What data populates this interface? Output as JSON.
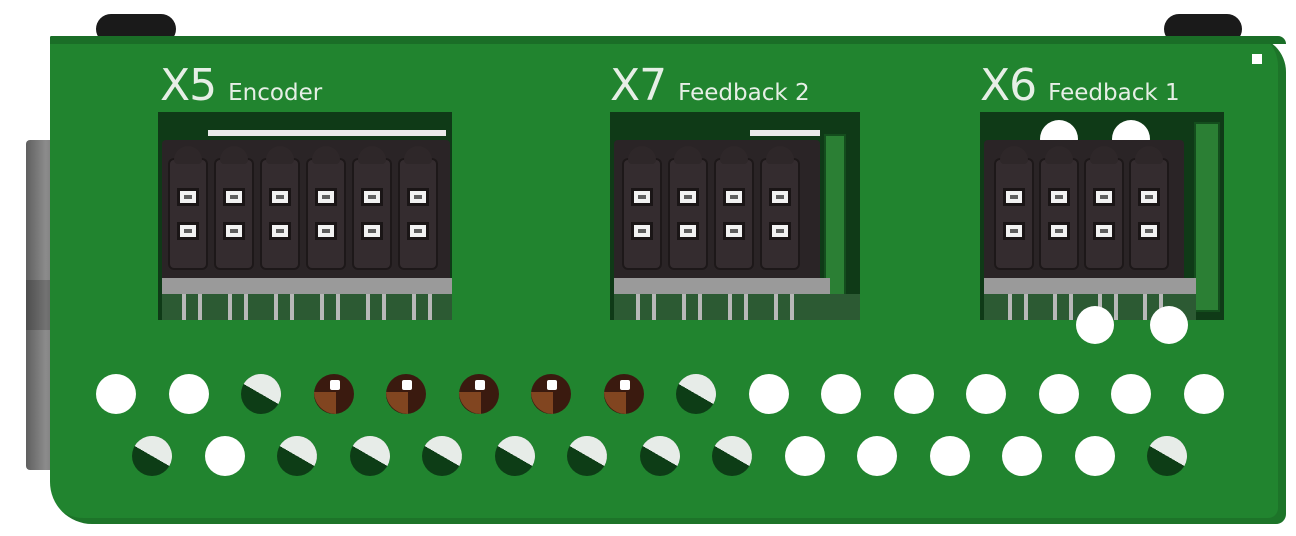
{
  "connectors": [
    {
      "id": "x5",
      "designator": "X5",
      "name": "Encoder",
      "columns": 6
    },
    {
      "id": "x7",
      "designator": "X7",
      "name": "Feedback 2",
      "columns": 4
    },
    {
      "id": "x6",
      "designator": "X6",
      "name": "Feedback 1",
      "columns": 4
    }
  ],
  "vent_holes": {
    "row_top": [
      "white",
      "white",
      "dark",
      "brown",
      "brown",
      "brown",
      "brown",
      "brown",
      "dark",
      "white",
      "white",
      "white",
      "white",
      "white",
      "white",
      "white"
    ],
    "row_bottom": [
      "dark",
      "white",
      "dark",
      "dark",
      "dark",
      "dark",
      "dark",
      "dark",
      "dark",
      "white",
      "white",
      "white",
      "white",
      "white",
      "dark"
    ]
  },
  "colors": {
    "board": "#21842f",
    "connector_housing": "#2a2426",
    "label_text": "#e6efe6"
  }
}
